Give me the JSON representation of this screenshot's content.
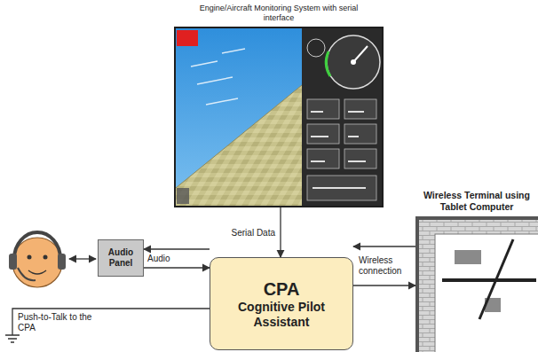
{
  "diagram": {
    "nodes": [
      {
        "text": [
          "Engine/Aircraft Monitoring System with serial interface"
        ]
      },
      {
        "text": [
          "Audio Panel"
        ]
      },
      {
        "text": [
          "CPA",
          "Cognitive Pilot Assistant"
        ]
      },
      {
        "text": [
          "Wireless Terminal using Tablet Computer"
        ]
      }
    ],
    "edges": [
      {
        "from": 0,
        "to": 2,
        "label": "Serial Data",
        "arrow": "to"
      },
      {
        "from": 2,
        "to": 1,
        "label": "Audio",
        "arrow": "to"
      },
      {
        "from": 1,
        "to": 2,
        "arrow": "to"
      },
      {
        "from": 3,
        "to": 2,
        "arrow": "to"
      },
      {
        "from": 2,
        "to": 3,
        "label": "Wireless connection",
        "arrow": "to"
      }
    ],
    "labels": [
      "Push-to-Talk to the CPA"
    ]
  }
}
